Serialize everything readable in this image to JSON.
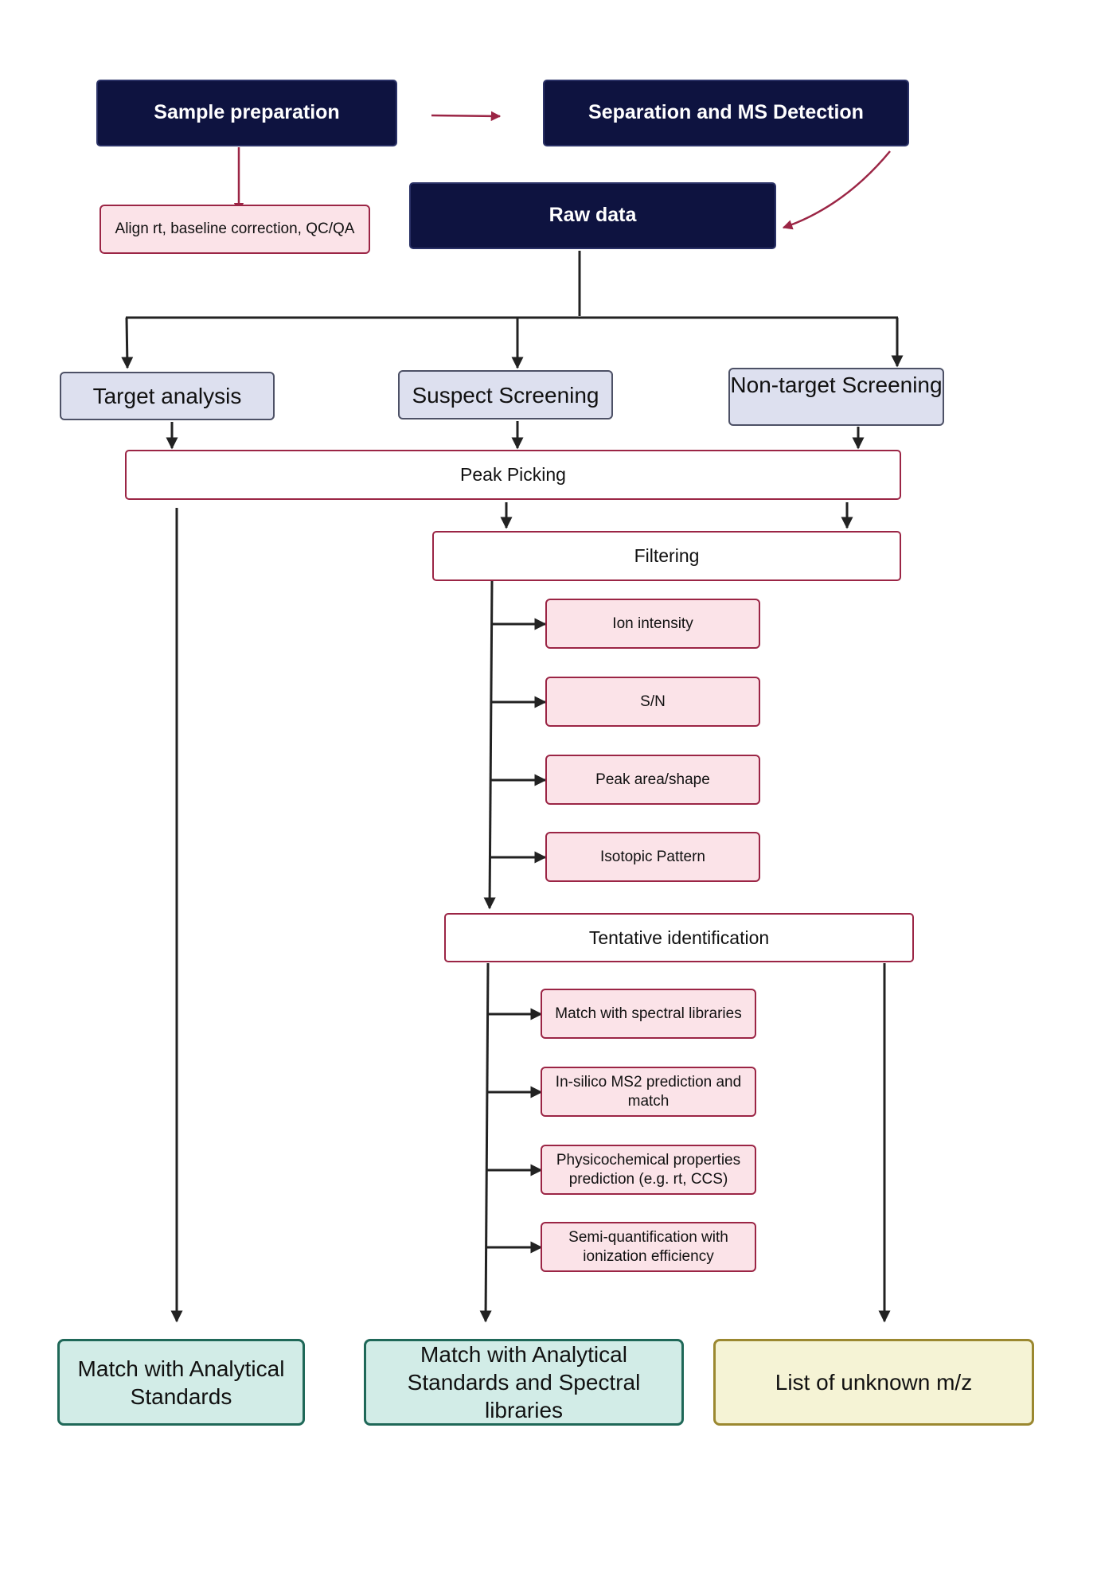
{
  "nodes": {
    "sample_prep": "Sample preparation",
    "separation": "Separation and MS Detection",
    "raw_data": "Raw data",
    "align": "Align rt, baseline correction, QC/QA",
    "target": "Target analysis",
    "suspect": "Suspect Screening",
    "nontarget": "Non-target Screening",
    "peak_picking": "Peak Picking",
    "filtering": "Filtering",
    "ion_intensity": "Ion intensity",
    "sn": "S/N",
    "peak_area": "Peak area/shape",
    "isotopic": "Isotopic Pattern",
    "tentative": "Tentative identification",
    "spectral_libs": "Match with spectral libraries",
    "insilico": "In-silico MS2 prediction and match",
    "physchem": "Physicochemical properties prediction (e.g. rt, CCS)",
    "semiquant": "Semi-quantification with ionization efficiency",
    "out_standards": "Match with Analytical Standards",
    "out_standards_libs": "Match with Analytical Standards and Spectral libraries",
    "out_unknown": "List of unknown m/z"
  },
  "colors": {
    "dark_fill": "#0e1340",
    "red_arrow": "#9b2545",
    "black_arrow": "#222222",
    "pink_fill": "#fbe3e8",
    "lavender_fill": "#dde0ef",
    "teal_fill": "#d2ece7",
    "yellow_fill": "#f5f3d5"
  }
}
